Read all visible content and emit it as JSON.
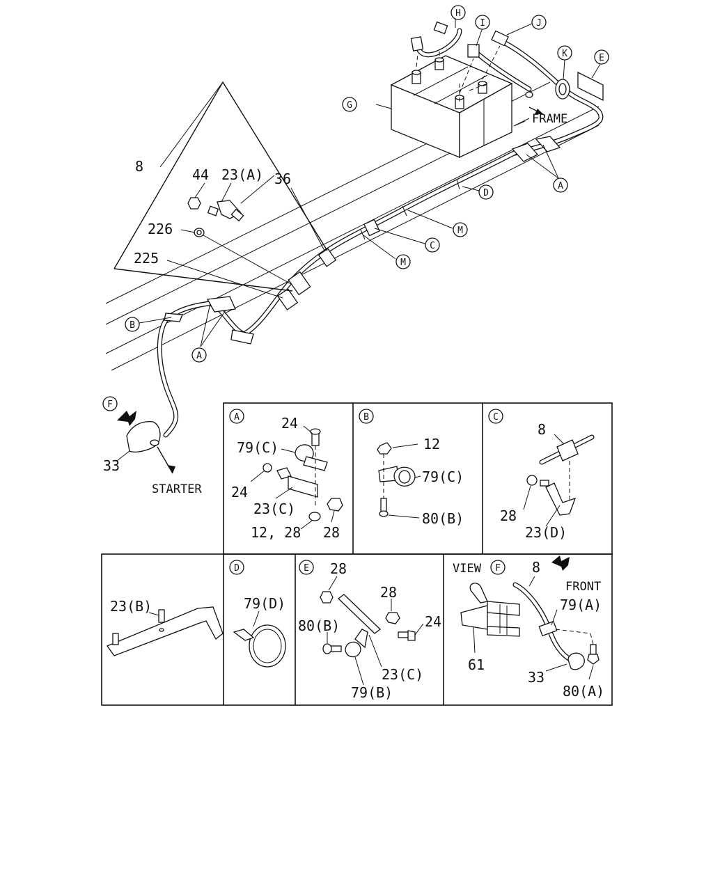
{
  "callouts": {
    "H": "H",
    "I": "I",
    "J": "J",
    "K": "K",
    "E": "E",
    "G": "G",
    "A": "A",
    "B": "B",
    "C": "C",
    "D": "D",
    "M": "M",
    "F": "F"
  },
  "main_labels": {
    "frame": "FRAME",
    "starter": "STARTER",
    "p8": "8",
    "p44": "44",
    "p23a": "23(A)",
    "p36": "36",
    "p226": "226",
    "p225": "225",
    "p33": "33"
  },
  "detail_a": {
    "tag": "A",
    "l24top": "24",
    "l79c": "79(C)",
    "l24": "24",
    "l23c": "23(C)",
    "l1228": "12, 28",
    "l28": "28"
  },
  "detail_b": {
    "tag": "B",
    "l12": "12",
    "l79c": "79(C)",
    "l80b": "80(B)"
  },
  "detail_c": {
    "tag": "C",
    "l8": "8",
    "l28": "28",
    "l23d": "23(D)"
  },
  "detail_23b": {
    "l23b": "23(B)"
  },
  "detail_d": {
    "tag": "D",
    "l79d": "79(D)"
  },
  "detail_e": {
    "tag": "E",
    "l28a": "28",
    "l28b": "28",
    "l80b": "80(B)",
    "l24": "24",
    "l23c": "23(C)",
    "l79b": "79(B)"
  },
  "detail_f": {
    "view": "VIEW",
    "tag": "F",
    "l8": "8",
    "front": "FRONT",
    "l79a": "79(A)",
    "l61": "61",
    "l33": "33",
    "l80a": "80(A)"
  }
}
